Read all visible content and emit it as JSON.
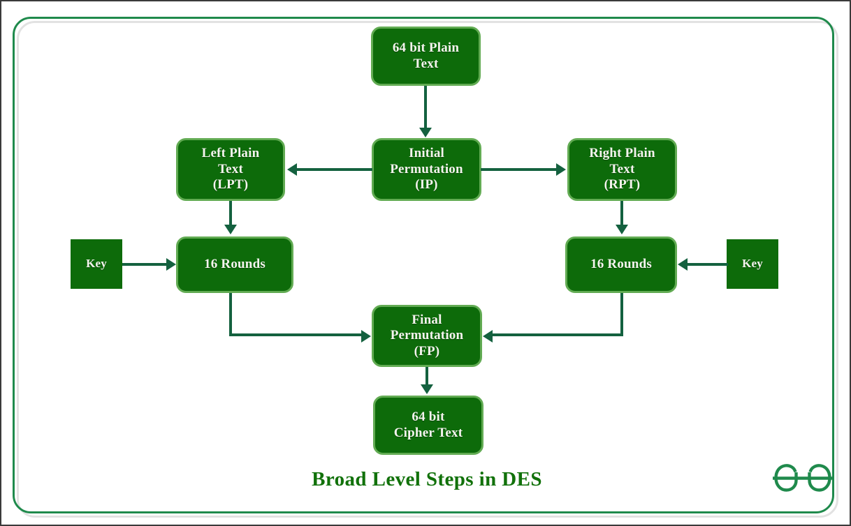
{
  "diagram": {
    "title": "Broad Level Steps in DES",
    "type": "flowchart",
    "colors": {
      "node_fill": "#0d6b0a",
      "node_border": "#62ab53",
      "node_text": "#f4f4ee",
      "connector": "#14613f",
      "title_text": "#11710a",
      "frame": "#1f8a4c",
      "frame_shadow": "#e2e2e2",
      "logo": "#1f8a4c",
      "background": "#ffffff"
    },
    "nodes": {
      "plaintext": "64 bit Plain\nText",
      "initial_permutation": "Initial\nPermutation\n(IP)",
      "left_plain_text": "Left Plain\nText\n(LPT)",
      "right_plain_text": "Right Plain\nText\n(RPT)",
      "key_left": "Key",
      "key_right": "Key",
      "rounds_left": "16 Rounds",
      "rounds_right": "16 Rounds",
      "final_permutation": "Final\nPermutation\n(FP)",
      "ciphertext": "64 bit\nCipher Text"
    },
    "edges": [
      {
        "from": "plaintext",
        "to": "initial_permutation",
        "direction": "down"
      },
      {
        "from": "initial_permutation",
        "to": "left_plain_text",
        "direction": "left"
      },
      {
        "from": "initial_permutation",
        "to": "right_plain_text",
        "direction": "right"
      },
      {
        "from": "left_plain_text",
        "to": "rounds_left",
        "direction": "down"
      },
      {
        "from": "right_plain_text",
        "to": "rounds_right",
        "direction": "down"
      },
      {
        "from": "key_left",
        "to": "rounds_left",
        "direction": "right"
      },
      {
        "from": "key_right",
        "to": "rounds_right",
        "direction": "left"
      },
      {
        "from": "rounds_left",
        "to": "final_permutation",
        "direction": "right"
      },
      {
        "from": "rounds_right",
        "to": "final_permutation",
        "direction": "left"
      },
      {
        "from": "final_permutation",
        "to": "ciphertext",
        "direction": "down"
      }
    ]
  },
  "branding": {
    "logo_name": "geeksforgeeks-logo",
    "logo_text": "GG"
  },
  "bottom_sliver": {
    "text": ""
  }
}
